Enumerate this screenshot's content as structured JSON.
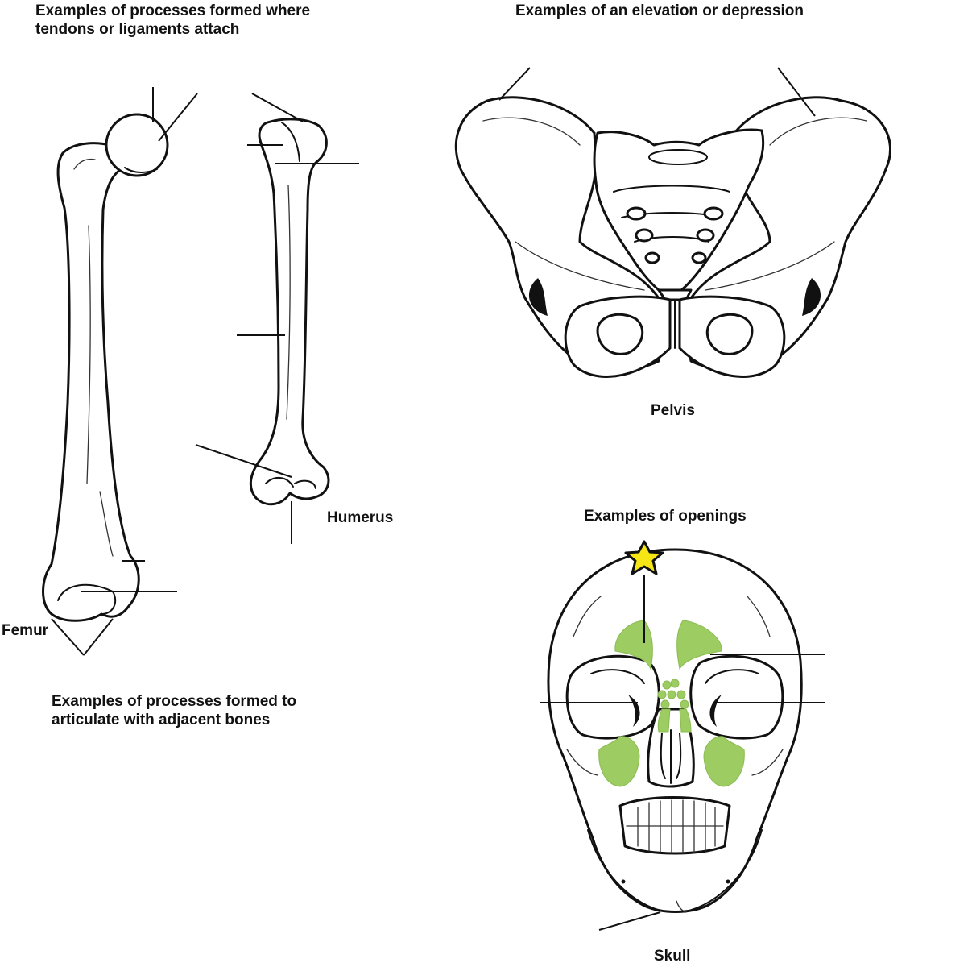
{
  "captions": {
    "tendons": "Examples of processes formed where\ntendons or ligaments attach",
    "elevation": "Examples of an elevation or depression",
    "articulate": "Examples of processes formed to\narticulate with adjacent bones",
    "openings": "Examples of openings"
  },
  "labels": {
    "femur": "Femur",
    "humerus": "Humerus",
    "pelvis": "Pelvis",
    "skull": "Skull"
  },
  "colors": {
    "sinus": "#9ccc62",
    "star": "#f7e616",
    "outline": "#111111"
  },
  "icons": {
    "marker": "star-icon"
  }
}
